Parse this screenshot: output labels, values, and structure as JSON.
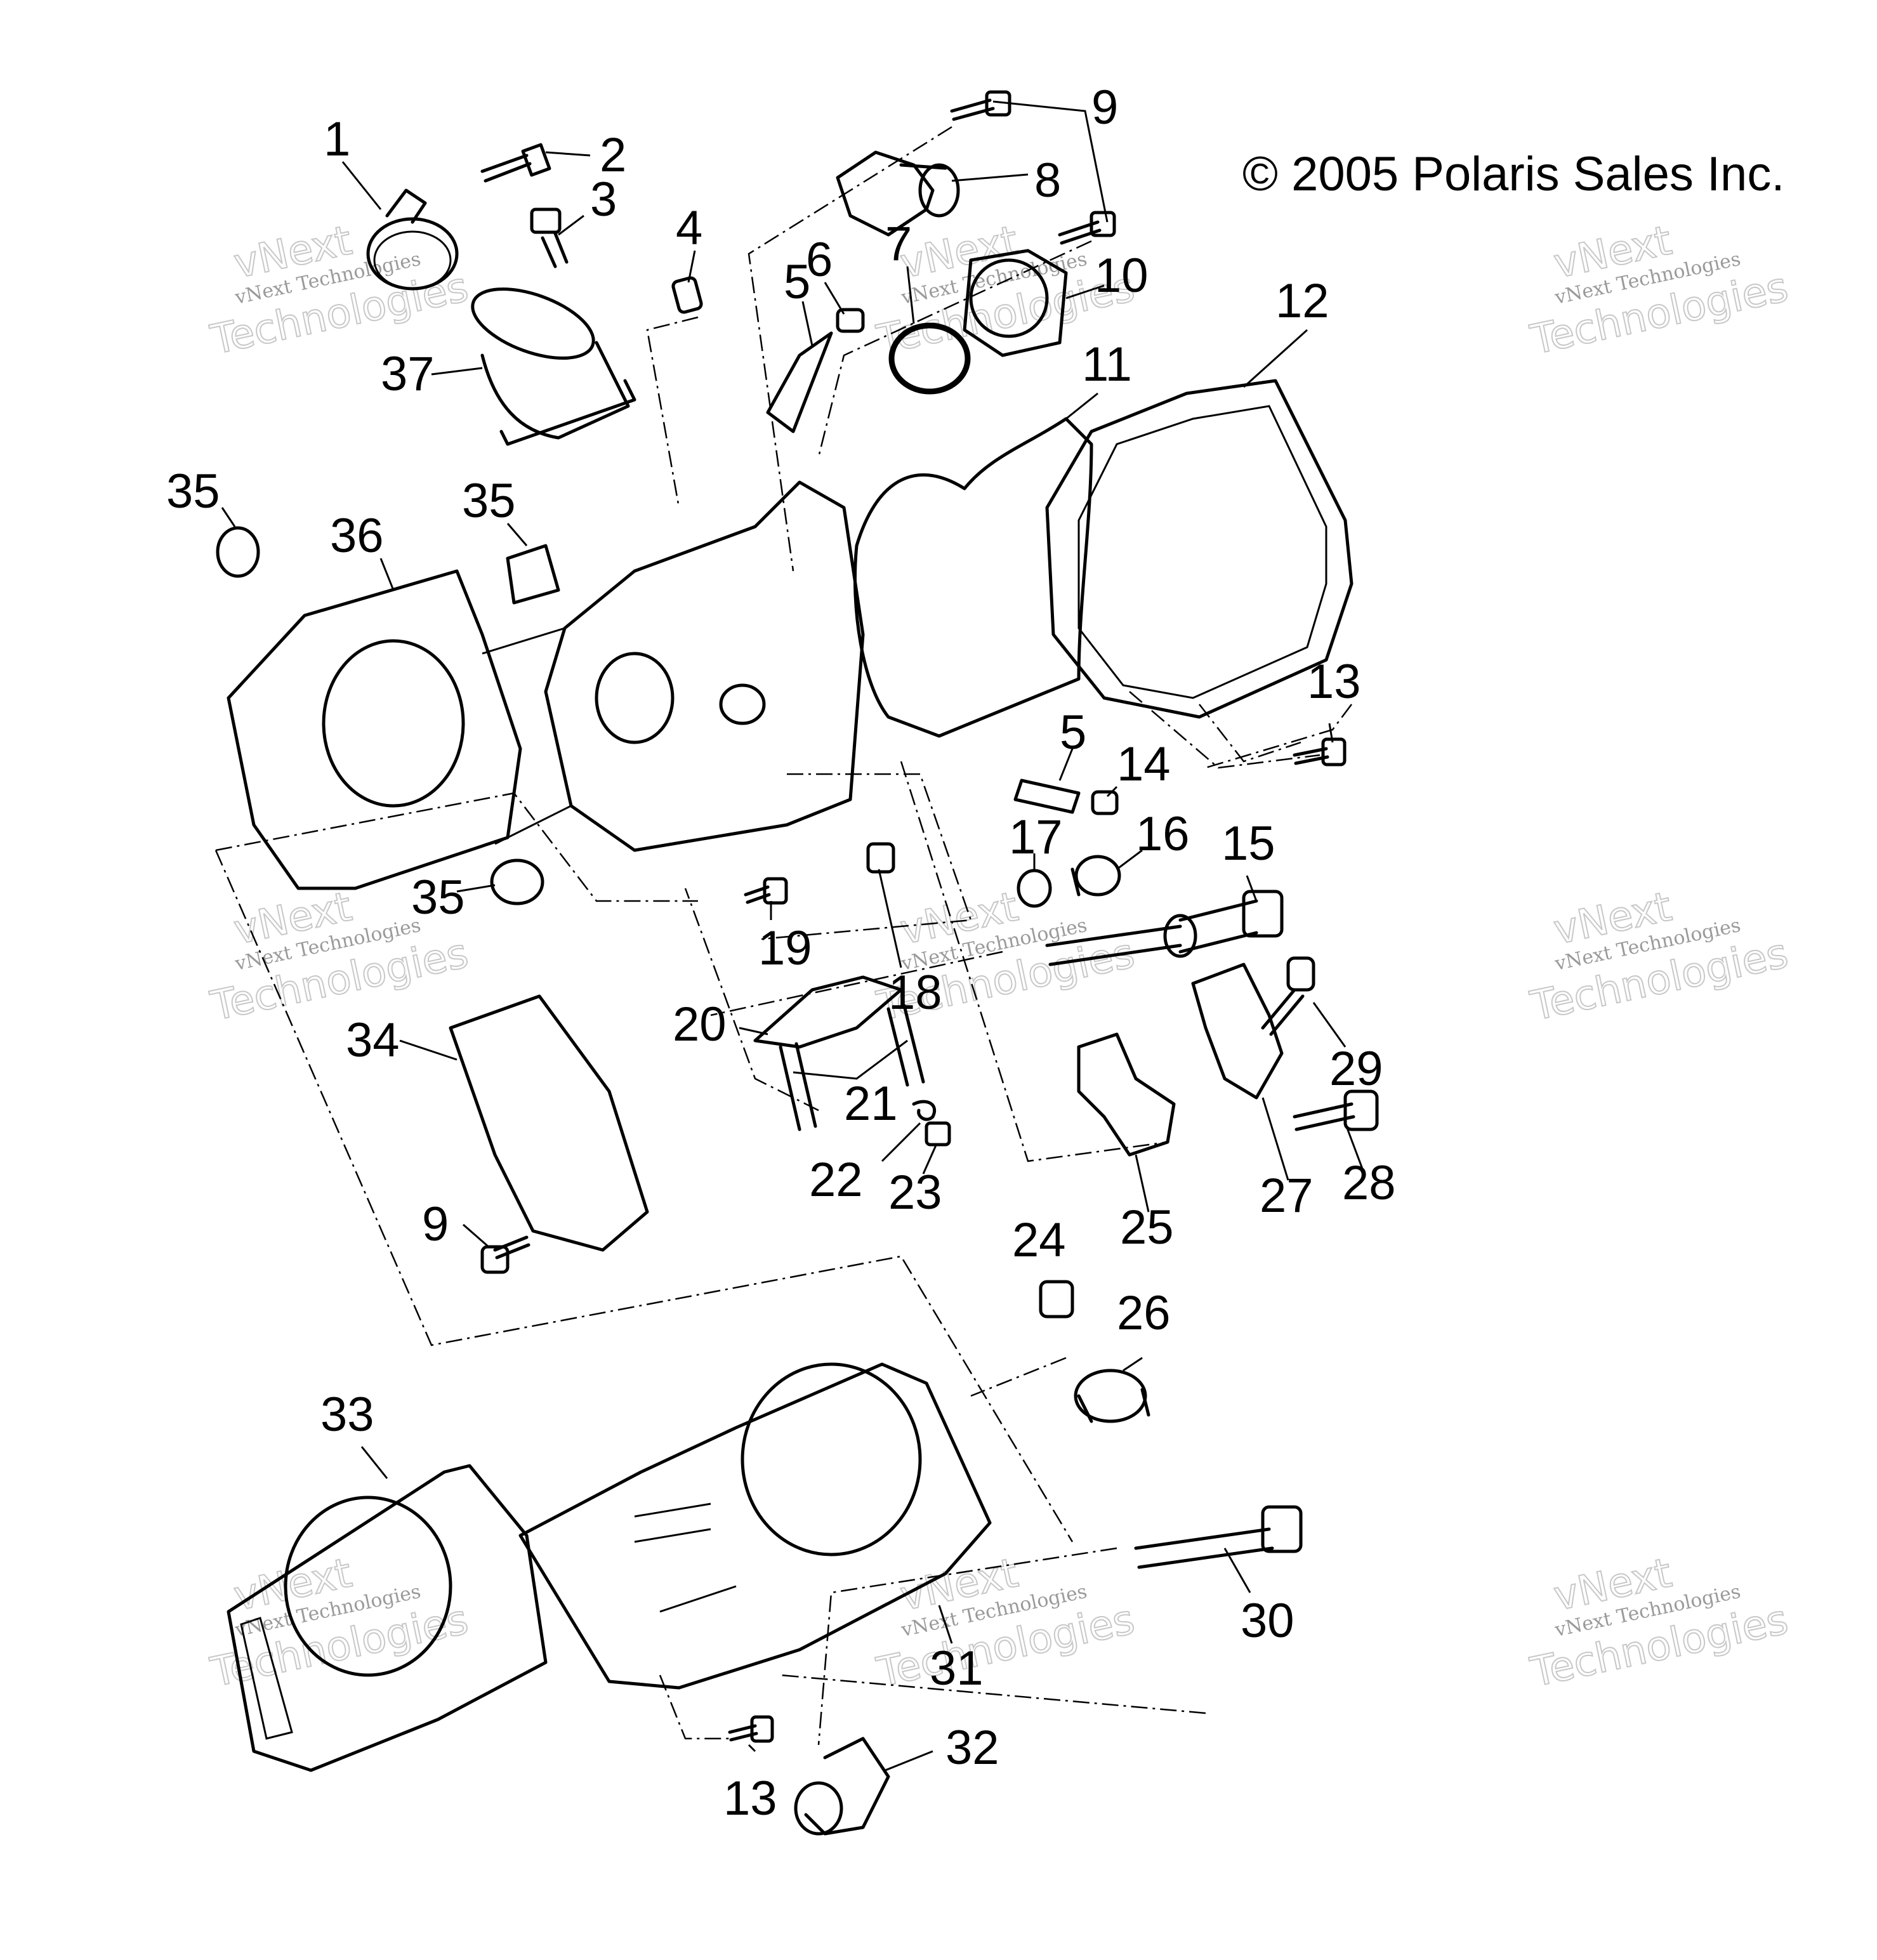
{
  "copyright": "© 2005 Polaris Sales Inc.",
  "watermark": {
    "line1": "vNext Technologies",
    "line2": "vNext",
    "line3": "Technologies"
  },
  "callouts": [
    "1",
    "2",
    "3",
    "4",
    "5",
    "6",
    "7",
    "8",
    "9",
    "10",
    "11",
    "12",
    "13",
    "5",
    "14",
    "15",
    "16",
    "17",
    "18",
    "19",
    "20",
    "21",
    "22",
    "23",
    "24",
    "25",
    "26",
    "27",
    "28",
    "29",
    "30",
    "31",
    "32",
    "33",
    "34",
    "35",
    "36",
    "35",
    "35",
    "37",
    "9",
    "13"
  ]
}
